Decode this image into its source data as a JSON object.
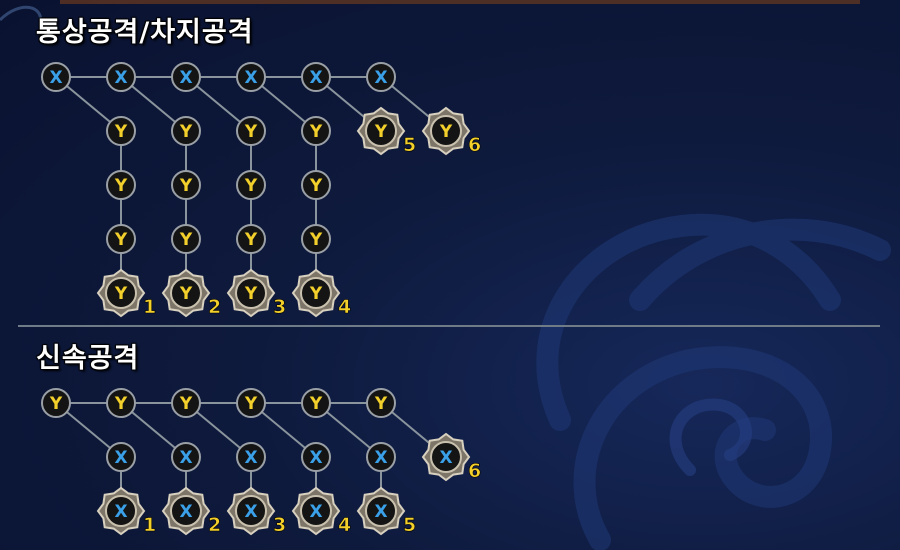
{
  "colors": {
    "background": "#0b1430",
    "x_button": "#3aa0e8",
    "y_button": "#f2cf2a",
    "finisher_number": "#f2cf2a",
    "title": "#ffffff"
  },
  "sections": [
    {
      "title": "통상공격/차지공격",
      "main_button": "X",
      "branch_button": "Y",
      "main_chain_count": 6,
      "chains": [
        {
          "branch_presses": 3,
          "finisher_button": "Y",
          "finisher_number": "1"
        },
        {
          "branch_presses": 3,
          "finisher_button": "Y",
          "finisher_number": "2"
        },
        {
          "branch_presses": 3,
          "finisher_button": "Y",
          "finisher_number": "3"
        },
        {
          "branch_presses": 3,
          "finisher_button": "Y",
          "finisher_number": "4"
        },
        {
          "branch_presses": 0,
          "finisher_button": "Y",
          "finisher_number": "5"
        },
        {
          "branch_presses": 0,
          "finisher_button": "Y",
          "finisher_number": "6"
        }
      ]
    },
    {
      "title": "신속공격",
      "main_button": "Y",
      "branch_button": "X",
      "main_chain_count": 6,
      "chains": [
        {
          "branch_presses": 1,
          "finisher_button": "X",
          "finisher_number": "1"
        },
        {
          "branch_presses": 1,
          "finisher_button": "X",
          "finisher_number": "2"
        },
        {
          "branch_presses": 1,
          "finisher_button": "X",
          "finisher_number": "3"
        },
        {
          "branch_presses": 1,
          "finisher_button": "X",
          "finisher_number": "4"
        },
        {
          "branch_presses": 1,
          "finisher_button": "X",
          "finisher_number": "5"
        },
        {
          "branch_presses": 0,
          "finisher_button": "X",
          "finisher_number": "6"
        }
      ]
    }
  ]
}
